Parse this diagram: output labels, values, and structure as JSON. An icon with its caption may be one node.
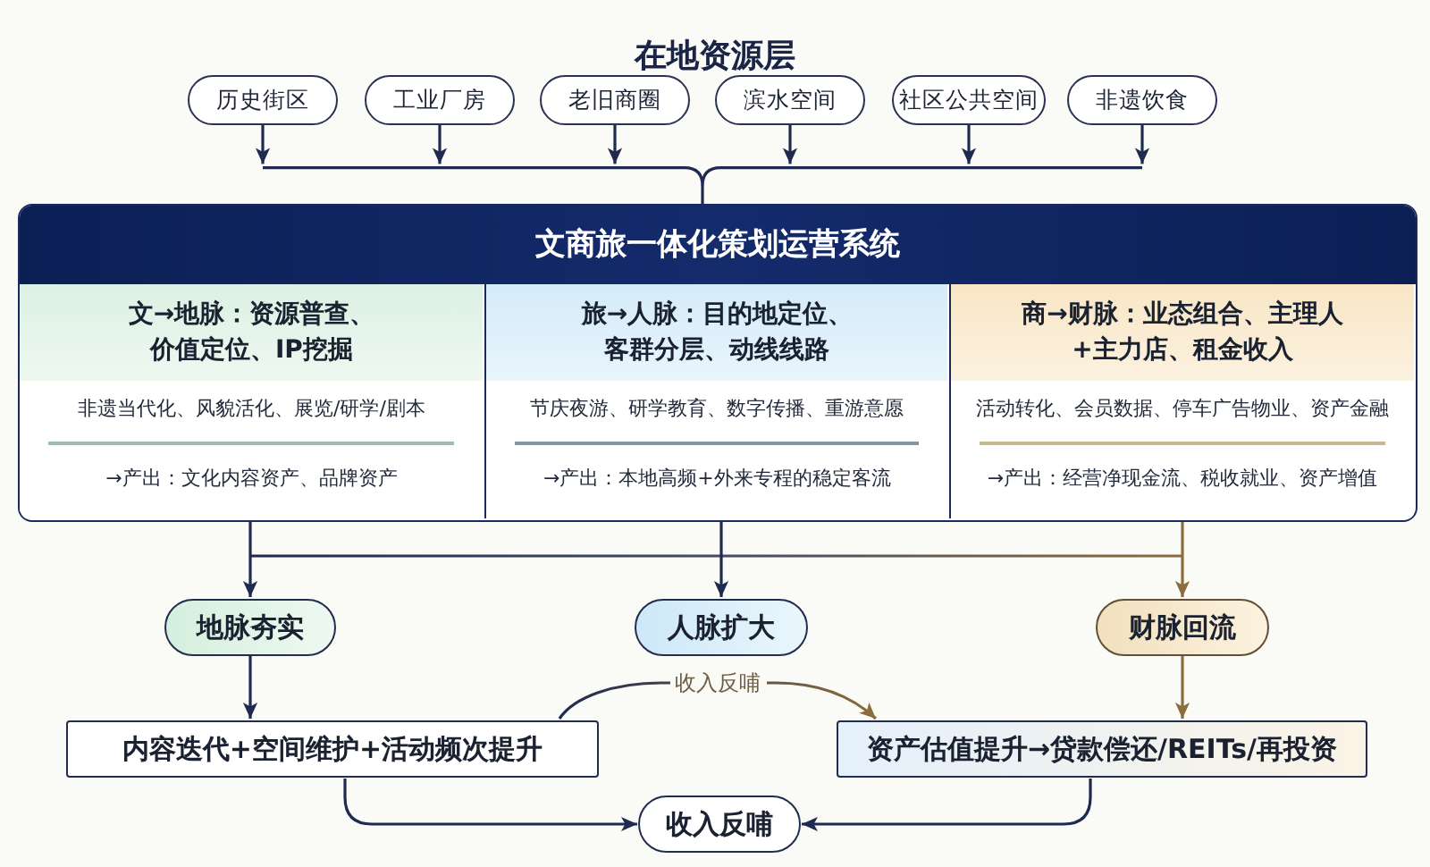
{
  "diagram": {
    "title": "在地资源层",
    "nodes": [
      {
        "text": [
          "历史街区"
        ]
      },
      {
        "text": [
          "工业厂房"
        ]
      },
      {
        "text": [
          "老旧商圈"
        ]
      },
      {
        "text": [
          "滨水空间"
        ]
      },
      {
        "text": [
          "社区公共空间"
        ]
      },
      {
        "text": [
          "非遗饮食"
        ]
      },
      {
        "text": [],
        "shape": "bar"
      },
      {
        "text": [
          "文商旅一体化策划运营系统"
        ]
      },
      {
        "text": [
          "文→地脉：资源普查、价值定位、IP挖掘",
          "非遗当代化、风貌活化、展览/研学/剧本",
          "→产出：文化内容资产、品牌资产"
        ],
        "in": 7
      },
      {
        "text": [
          "旅→人脉：目的地定位、客群分层、动线线路",
          "节庆夜游、研学教育、数字传播、重游意愿",
          "→产出：本地高频+外来专程的稳定客流"
        ],
        "in": 7
      },
      {
        "text": [
          "商→财脉：业态组合、主理人+主力店、租金收入",
          "活动转化、会员数据、停车广告物业、资产金融",
          "→产出：经营净现金流、税收就业、资产增值"
        ],
        "in": 7
      },
      {
        "text": [
          "地脉夯实"
        ]
      },
      {
        "text": [
          "人脉扩大"
        ]
      },
      {
        "text": [
          "财脉回流"
        ]
      },
      {
        "text": [
          "内容迭代+空间维护+活动频次提升"
        ]
      },
      {
        "text": [
          "资产估值提升→贷款偿还/REITs/再投资"
        ]
      },
      {
        "text": [
          "收入反哺"
        ]
      }
    ],
    "edges": [
      {
        "from": 0,
        "to": 6,
        "arrow": "to"
      },
      {
        "from": 1,
        "to": 6,
        "arrow": "to"
      },
      {
        "from": 2,
        "to": 6,
        "arrow": "to"
      },
      {
        "from": 3,
        "to": 6,
        "arrow": "to"
      },
      {
        "from": 4,
        "to": 6,
        "arrow": "to"
      },
      {
        "from": 5,
        "to": 6,
        "arrow": "to"
      },
      {
        "from": 6,
        "to": 7,
        "arrow": "none"
      },
      {
        "from": 8,
        "to": 11,
        "arrow": "to"
      },
      {
        "from": 9,
        "to": 12,
        "arrow": "to"
      },
      {
        "from": 10,
        "to": 13,
        "arrow": "to",
        "color": "#8b6d3f"
      },
      {
        "from": 11,
        "to": 14,
        "arrow": "to"
      },
      {
        "from": 13,
        "to": 15,
        "arrow": "to",
        "color": "#8b6d3f"
      },
      {
        "from": 14,
        "to": 15,
        "arrow": "to",
        "label": "收入反哺",
        "color": "#8b6d3f"
      },
      {
        "from": 14,
        "to": 16,
        "arrow": "to"
      },
      {
        "from": 15,
        "to": 16,
        "arrow": "to"
      }
    ]
  }
}
